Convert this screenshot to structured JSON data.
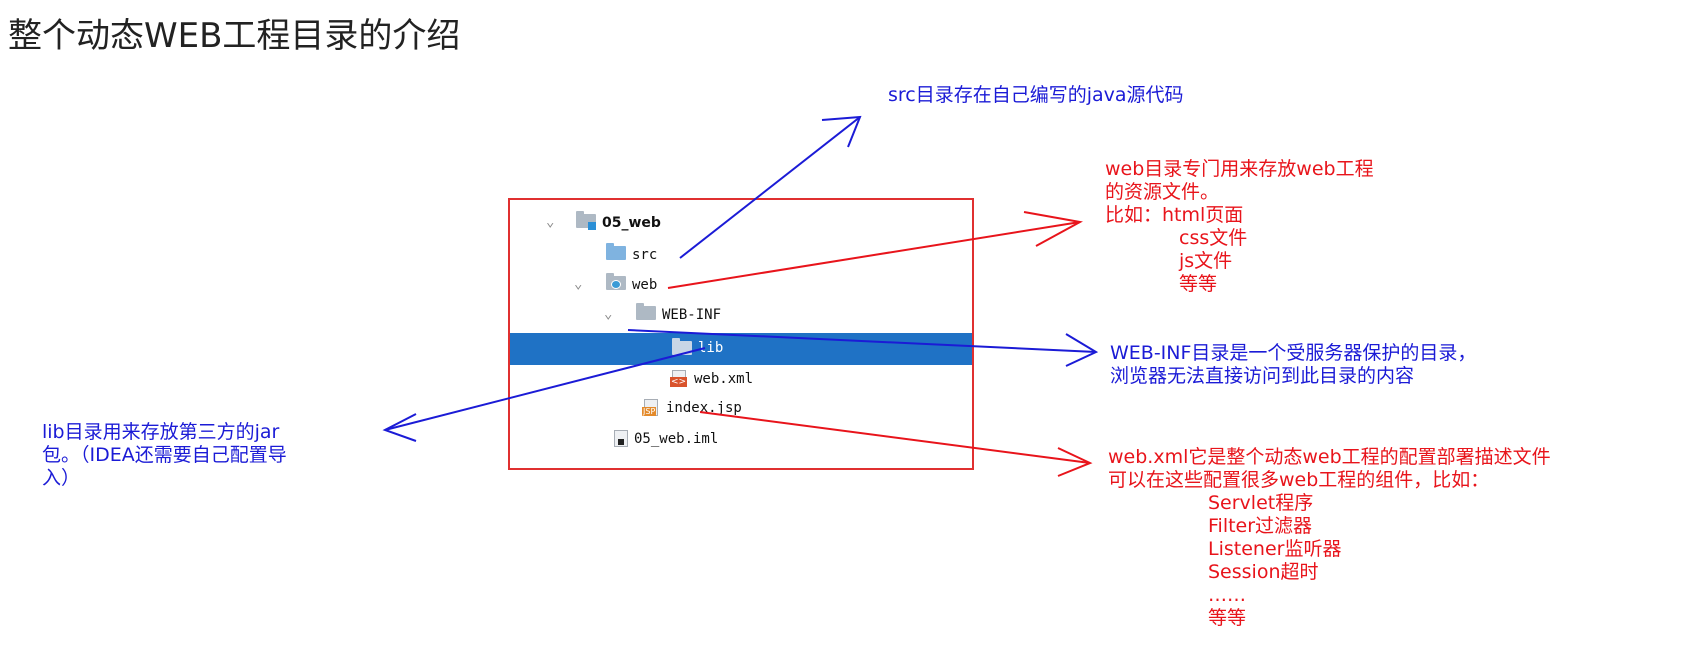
{
  "title": "整个动态WEB工程目录的介绍",
  "tree": {
    "items": [
      {
        "label": "05_web"
      },
      {
        "label": "src"
      },
      {
        "label": "web"
      },
      {
        "label": "WEB-INF"
      },
      {
        "label": "lib"
      },
      {
        "label": "web.xml"
      },
      {
        "label": "index.jsp"
      },
      {
        "label": "05_web.iml"
      }
    ],
    "selected": "lib",
    "icon_tags": {
      "xml": "<>",
      "jsp": "JSP"
    }
  },
  "annotations": {
    "src": {
      "lines": [
        "src目录存在自己编写的java源代码"
      ],
      "color": "#1b1bd6"
    },
    "web": {
      "lines": [
        "web目录专门用来存放web工程",
        "的资源文件。",
        "比如：html页面",
        "      css文件",
        "      js文件",
        "      等等"
      ],
      "color": "#e8141b"
    },
    "webinf": {
      "lines": [
        "WEB-INF目录是一个受服务器保护的目录，",
        "浏览器无法直接访问到此目录的内容"
      ],
      "color": "#1b1bd6"
    },
    "lib": {
      "lines": [
        "lib目录用来存放第三方的jar",
        "包。（IDEA还需要自己配置导",
        "入）"
      ],
      "color": "#1b1bd6"
    },
    "webxml": {
      "lines": [
        "web.xml它是整个动态web工程的配置部署描述文件",
        "可以在这些配置很多web工程的组件，比如：",
        "            Servlet程序",
        "            Filter过滤器",
        "            Listener监听器",
        "            Session超时",
        "            ……",
        "            等等"
      ],
      "color": "#e8141b"
    }
  },
  "colors": {
    "selection": "#1f72c5",
    "frame": "#e03030",
    "blue_note": "#1b1bd6",
    "red_note": "#e8141b"
  }
}
